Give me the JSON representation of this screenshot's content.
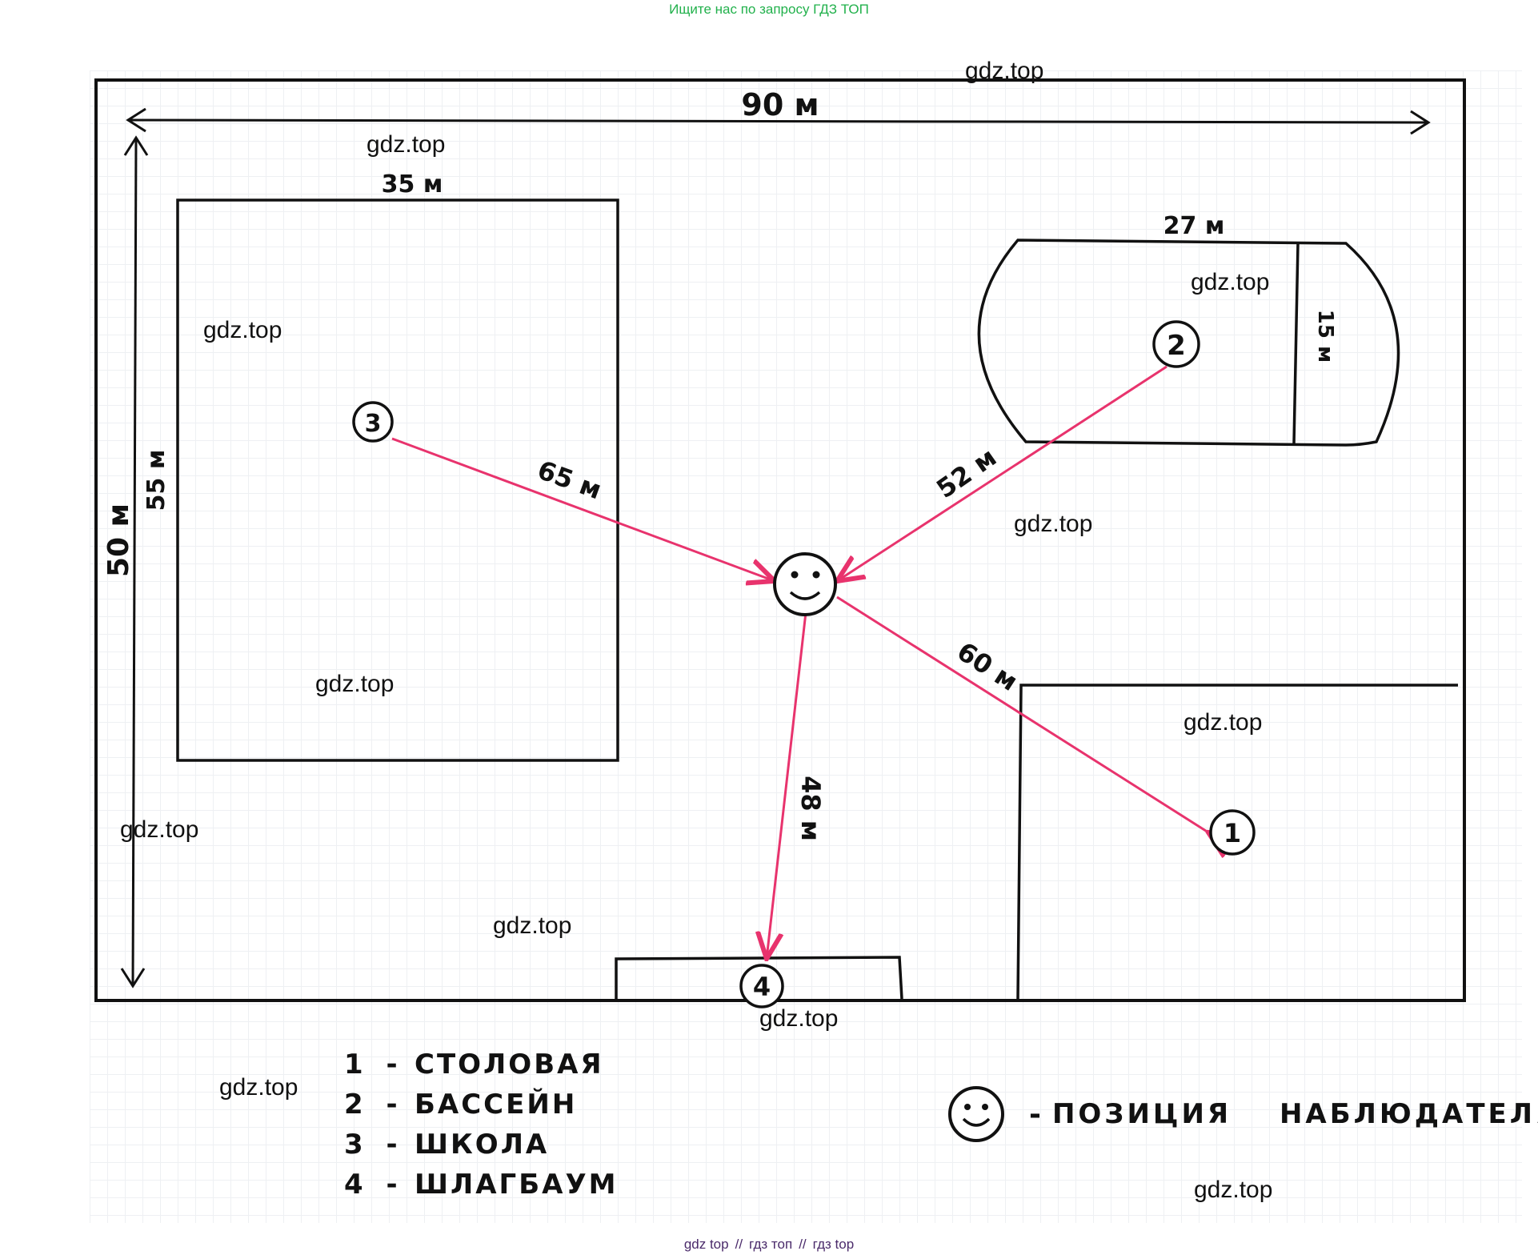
{
  "banner": "Ищите нас по запросу ГДЗ ТОП",
  "footer": {
    "part1": "gdz top",
    "part2": "гдз топ",
    "part3": "гдз top",
    "separator": "//"
  },
  "watermark_text": "gdz.top",
  "dimensions": {
    "width": "90 м",
    "height": "50 м",
    "school_width": "35 м",
    "school_height": "55 м",
    "pool_length": "27 м",
    "pool_width": "15 м"
  },
  "distances": {
    "to_1": "60 м",
    "to_2": "52 м",
    "to_3": "65 м",
    "to_4": "48 м"
  },
  "markers": {
    "m1": "1",
    "m2": "2",
    "m3": "3",
    "m4": "4"
  },
  "legend": {
    "items": [
      {
        "num": "1",
        "dash": "-",
        "label": "СТОЛОВАЯ"
      },
      {
        "num": "2",
        "dash": "-",
        "label": "БАССЕЙН"
      },
      {
        "num": "3",
        "dash": "-",
        "label": "ШКОЛА"
      },
      {
        "num": "4",
        "dash": "-",
        "label": "ШЛАГБАУМ"
      }
    ],
    "observer_dash": "-",
    "observer_label": "ПОЗИЦИЯ НАБЛЮДАТЕЛЯ"
  },
  "colors": {
    "ink": "#111111",
    "sightline": "#e8336d",
    "banner_green": "#22b14c",
    "footer_purple": "#4a2a6a"
  },
  "icons": {
    "observer": "smiley-face-icon"
  }
}
